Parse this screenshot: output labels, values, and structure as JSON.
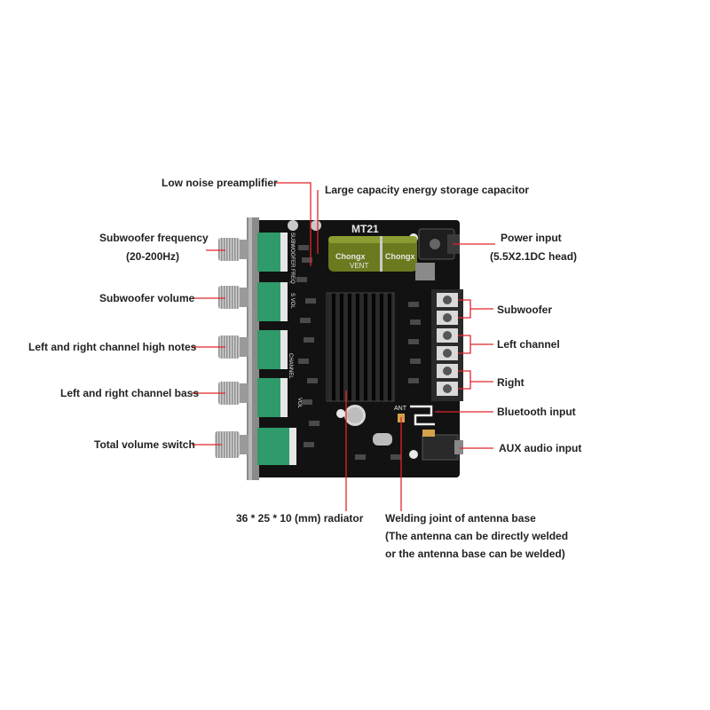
{
  "board": {
    "model": "MT21",
    "capacitor_brand": "Chongx",
    "capacitor_series": "VENT",
    "silkscreen": {
      "subwoofer_freq": "SUBWOOFER FREQ",
      "subwoofer_vol": "S VOL",
      "channel": "CHANNEL",
      "vol": "VOL",
      "ant": "ANT"
    }
  },
  "labels": {
    "preamp": "Low noise preamplifier",
    "capacitor": "Large capacity energy storage capacitor",
    "sub_freq_line1": "Subwoofer frequency",
    "sub_freq_line2": "(20-200Hz)",
    "sub_volume": "Subwoofer volume",
    "high_notes": "Left and right channel high notes",
    "bass": "Left and right channel bass",
    "total_volume": "Total volume switch",
    "power_line1": "Power input",
    "power_line2": "(5.5X2.1DC head)",
    "subwoofer_out": "Subwoofer",
    "left_channel": "Left channel",
    "right_channel": "Right",
    "bluetooth": "Bluetooth input",
    "aux": "AUX audio input",
    "radiator": "36 * 25 * 10 (mm) radiator",
    "antenna_line1": "Welding joint of antenna base",
    "antenna_line2": "(The antenna can be directly welded",
    "antenna_line3": "or the antenna base can be welded)"
  },
  "colors": {
    "pcb": "#121212",
    "pcb_edge": "#3a3a3a",
    "pot": "#2f9b6a",
    "leader": "#e0262b",
    "capacitor": "#6b7a1e",
    "terminal": "#d9d9d9",
    "knob": "#cfcfcf"
  }
}
